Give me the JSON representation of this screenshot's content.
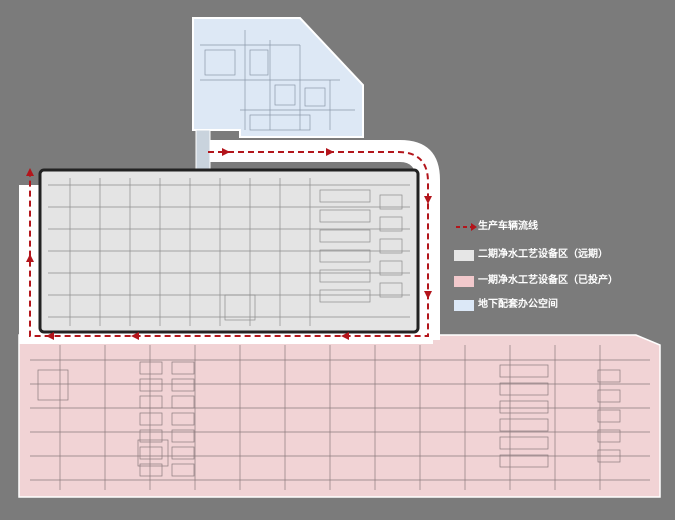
{
  "legend": {
    "route": {
      "label": "生产车辆流线",
      "color": "#b3151b",
      "icon": "dashed-arrow-icon"
    },
    "phase2": {
      "label": "二期净水工艺设备区（远期）",
      "color": "#e6e6e6"
    },
    "phase1": {
      "label": "一期净水工艺设备区（已投产）",
      "color": "#f2c9cc"
    },
    "office": {
      "label": "地下配套办公空间",
      "color": "#dce8f7"
    }
  },
  "colors": {
    "background": "#7b7b7b",
    "phase2_fill": "#e4e4e4",
    "phase1_fill": "#f1d3d5",
    "office_fill": "#dde8f5",
    "road": "#ffffff",
    "frame": "#222222"
  }
}
